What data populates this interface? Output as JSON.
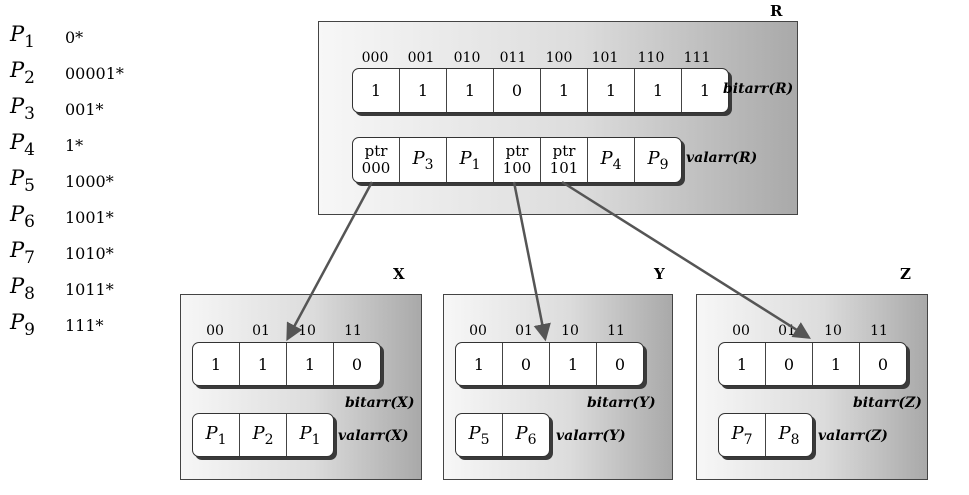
{
  "prefixes": [
    {
      "name": "P",
      "sub": "1",
      "value": "0*"
    },
    {
      "name": "P",
      "sub": "2",
      "value": "00001*"
    },
    {
      "name": "P",
      "sub": "3",
      "value": "001*"
    },
    {
      "name": "P",
      "sub": "4",
      "value": "1*"
    },
    {
      "name": "P",
      "sub": "5",
      "value": "1000*"
    },
    {
      "name": "P",
      "sub": "6",
      "value": "1001*"
    },
    {
      "name": "P",
      "sub": "7",
      "value": "1010*"
    },
    {
      "name": "P",
      "sub": "8",
      "value": "1011*"
    },
    {
      "name": "P",
      "sub": "9",
      "value": "111*"
    }
  ],
  "nodes": {
    "R": {
      "label": "R",
      "bit_headers": [
        "000",
        "001",
        "010",
        "011",
        "100",
        "101",
        "110",
        "111"
      ],
      "bits": [
        "1",
        "1",
        "1",
        "0",
        "1",
        "1",
        "1",
        "1"
      ],
      "bitarr_label": "bitarr(R)",
      "valarr_label": "valarr(R)",
      "values": [
        {
          "line1": "ptr",
          "line2": "000"
        },
        {
          "p": "P",
          "sub": "3"
        },
        {
          "p": "P",
          "sub": "1"
        },
        {
          "line1": "ptr",
          "line2": "100"
        },
        {
          "line1": "ptr",
          "line2": "101"
        },
        {
          "p": "P",
          "sub": "4"
        },
        {
          "p": "P",
          "sub": "9"
        }
      ]
    },
    "X": {
      "label": "X",
      "bit_headers": [
        "00",
        "01",
        "10",
        "11"
      ],
      "bits": [
        "1",
        "1",
        "1",
        "0"
      ],
      "bitarr_label": "bitarr(X)",
      "valarr_label": "valarr(X)",
      "values": [
        {
          "p": "P",
          "sub": "1"
        },
        {
          "p": "P",
          "sub": "2"
        },
        {
          "p": "P",
          "sub": "1"
        }
      ]
    },
    "Y": {
      "label": "Y",
      "bit_headers": [
        "00",
        "01",
        "10",
        "11"
      ],
      "bits": [
        "1",
        "0",
        "1",
        "0"
      ],
      "bitarr_label": "bitarr(Y)",
      "valarr_label": "valarr(Y)",
      "values": [
        {
          "p": "P",
          "sub": "5"
        },
        {
          "p": "P",
          "sub": "6"
        }
      ]
    },
    "Z": {
      "label": "Z",
      "bit_headers": [
        "00",
        "01",
        "10",
        "11"
      ],
      "bits": [
        "1",
        "0",
        "1",
        "0"
      ],
      "bitarr_label": "bitarr(Z)",
      "valarr_label": "valarr(Z)",
      "values": [
        {
          "p": "P",
          "sub": "7"
        },
        {
          "p": "P",
          "sub": "8"
        }
      ]
    }
  },
  "edges": [
    {
      "from": "R.ptr000",
      "to": "X"
    },
    {
      "from": "R.ptr100",
      "to": "Y"
    },
    {
      "from": "R.ptr101",
      "to": "Z"
    }
  ],
  "colors": {
    "arrow": "#555555",
    "cell_shadow": "#3a3a3a",
    "node_dark": "#a9a9a9",
    "node_light": "#f7f7f7"
  }
}
